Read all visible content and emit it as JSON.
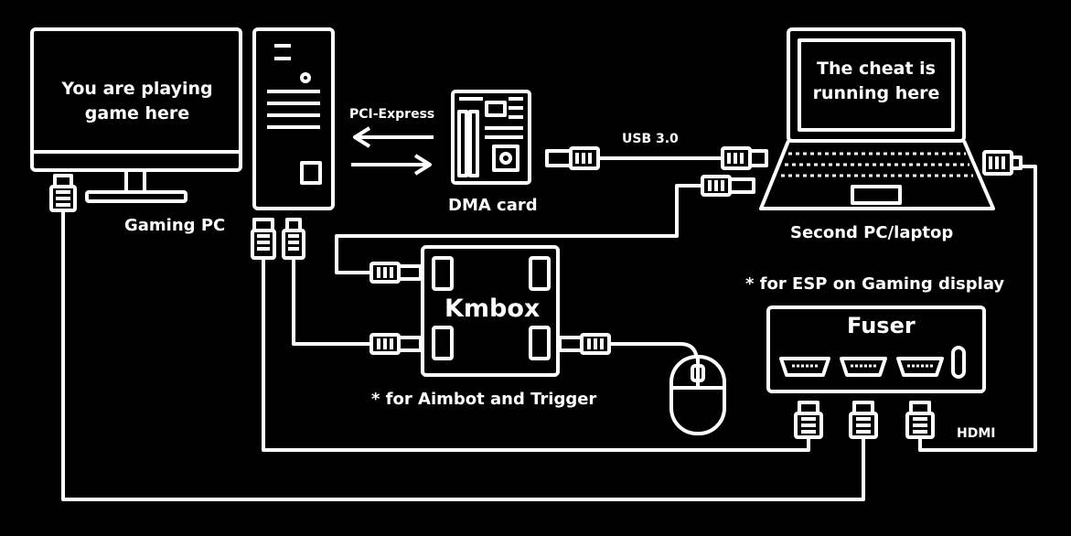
{
  "gaming_monitor": {
    "screen_text_line1": "You are playing",
    "screen_text_line2": "game here"
  },
  "gaming_pc": {
    "label": "Gaming PC"
  },
  "pci": {
    "label": "PCI-Express"
  },
  "dma": {
    "label": "DMA card"
  },
  "usb": {
    "label": "USB 3.0"
  },
  "laptop": {
    "screen_text_line1": "The cheat is",
    "screen_text_line2": "running here",
    "label": "Second PC/laptop"
  },
  "esp_note": "* for ESP on Gaming display",
  "fuser": {
    "label": "Fuser"
  },
  "kmbox": {
    "label": "Kmbox"
  },
  "aimbot_note": "* for Aimbot and Trigger",
  "hdmi": {
    "label": "HDMI"
  },
  "colors": {
    "background": "#000000",
    "foreground": "#ffffff"
  }
}
